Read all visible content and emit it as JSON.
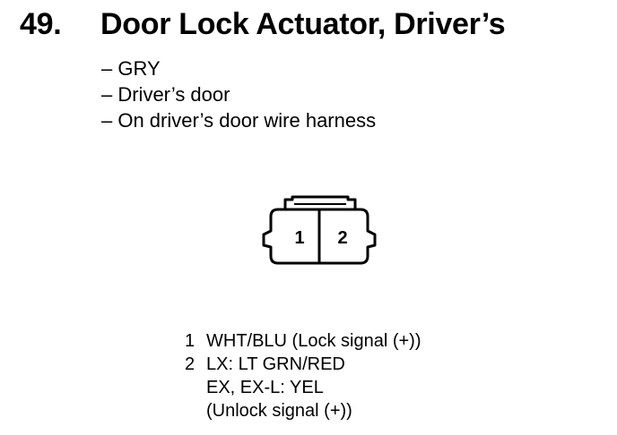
{
  "heading": {
    "number": "49.",
    "title": "Door Lock Actuator, Driver’s"
  },
  "details": [
    "– GRY",
    "– Driver’s door",
    "– On driver’s door wire harness"
  ],
  "connector": {
    "pin_labels": [
      "1",
      "2"
    ]
  },
  "pins": [
    {
      "number": "1",
      "lines": [
        "WHT/BLU (Lock signal (+))"
      ]
    },
    {
      "number": "2",
      "lines": [
        "LX: LT GRN/RED",
        "EX, EX-L: YEL",
        "(Unlock signal (+))"
      ]
    }
  ]
}
